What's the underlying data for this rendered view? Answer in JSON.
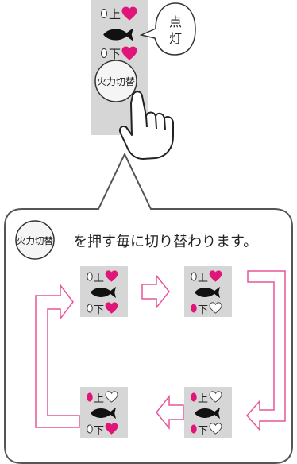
{
  "top_panel": {
    "upper_label": "上",
    "lower_label": "下",
    "button_label": "火力切替",
    "callout_text": [
      "点",
      "灯"
    ]
  },
  "instruction": {
    "button_label": "火力切替",
    "text": "を押す毎に切り替わります。"
  },
  "states": [
    {
      "upper_label": "上",
      "lower_label": "下",
      "upper_on": true,
      "lower_on": true
    },
    {
      "upper_label": "上",
      "lower_label": "下",
      "upper_on": true,
      "lower_on": false
    },
    {
      "upper_label": "上",
      "lower_label": "下",
      "upper_on": false,
      "lower_on": true
    },
    {
      "upper_label": "上",
      "lower_label": "下",
      "upper_on": false,
      "lower_on": false
    }
  ],
  "colors": {
    "lit": "#e0157a",
    "panel": "#d6d6d6",
    "arrow": "#e8559a",
    "outline": "#555555",
    "fish": "#111111"
  }
}
